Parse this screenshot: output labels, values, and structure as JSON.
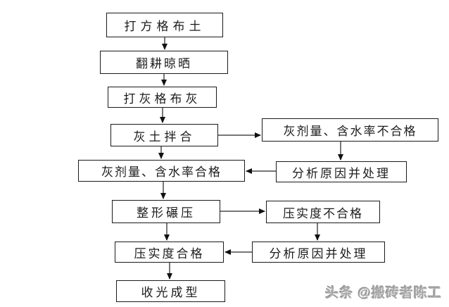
{
  "flow": {
    "steps": [
      {
        "id": "step-1",
        "label": "打方格布土"
      },
      {
        "id": "step-2",
        "label": "翻耕晾晒"
      },
      {
        "id": "step-3",
        "label": "打灰格布灰"
      },
      {
        "id": "step-4",
        "label": "灰土拌合"
      },
      {
        "id": "step-5",
        "label": "灰剂量、含水率合格"
      },
      {
        "id": "step-6",
        "label": "整形碾压"
      },
      {
        "id": "step-7",
        "label": "压实度合格"
      },
      {
        "id": "step-8",
        "label": "收光成型"
      }
    ],
    "branches": [
      {
        "id": "branch-1",
        "label": "灰剂量、含水率不合格"
      },
      {
        "id": "branch-2",
        "label": "分析原因并处理"
      },
      {
        "id": "branch-3",
        "label": "压实度不合格"
      },
      {
        "id": "branch-4",
        "label": "分析原因并处理"
      }
    ],
    "edges": [
      {
        "from": "打方格布土",
        "to": "翻耕晾晒",
        "direction": "down"
      },
      {
        "from": "翻耕晾晒",
        "to": "打灰格布灰",
        "direction": "down"
      },
      {
        "from": "打灰格布灰",
        "to": "灰土拌合",
        "direction": "down"
      },
      {
        "from": "灰土拌合",
        "to": "灰剂量、含水率合格",
        "direction": "down"
      },
      {
        "from": "灰土拌合",
        "to": "灰剂量、含水率不合格",
        "direction": "right"
      },
      {
        "from": "灰剂量、含水率不合格",
        "to": "分析原因并处理",
        "direction": "down"
      },
      {
        "from": "分析原因并处理",
        "to": "灰剂量、含水率合格",
        "direction": "left"
      },
      {
        "from": "灰剂量、含水率合格",
        "to": "整形碾压",
        "direction": "down"
      },
      {
        "from": "整形碾压",
        "to": "压实度不合格",
        "direction": "right"
      },
      {
        "from": "整形碾压",
        "to": "压实度合格",
        "direction": "down"
      },
      {
        "from": "压实度不合格",
        "to": "分析原因并处理",
        "direction": "down"
      },
      {
        "from": "分析原因并处理",
        "to": "压实度合格",
        "direction": "left"
      },
      {
        "from": "压实度合格",
        "to": "收光成型",
        "direction": "down"
      }
    ],
    "colors": {
      "background": "#ffffff",
      "box_border": "#1a1a1a",
      "box_fill": "#ffffff",
      "text": "#1c1c1c",
      "arrow_line": "#4a4a4a",
      "arrow_head": "#111111"
    }
  },
  "watermark": {
    "text": "头条 @搬砖者陈工",
    "color": "#a8a8a8"
  }
}
